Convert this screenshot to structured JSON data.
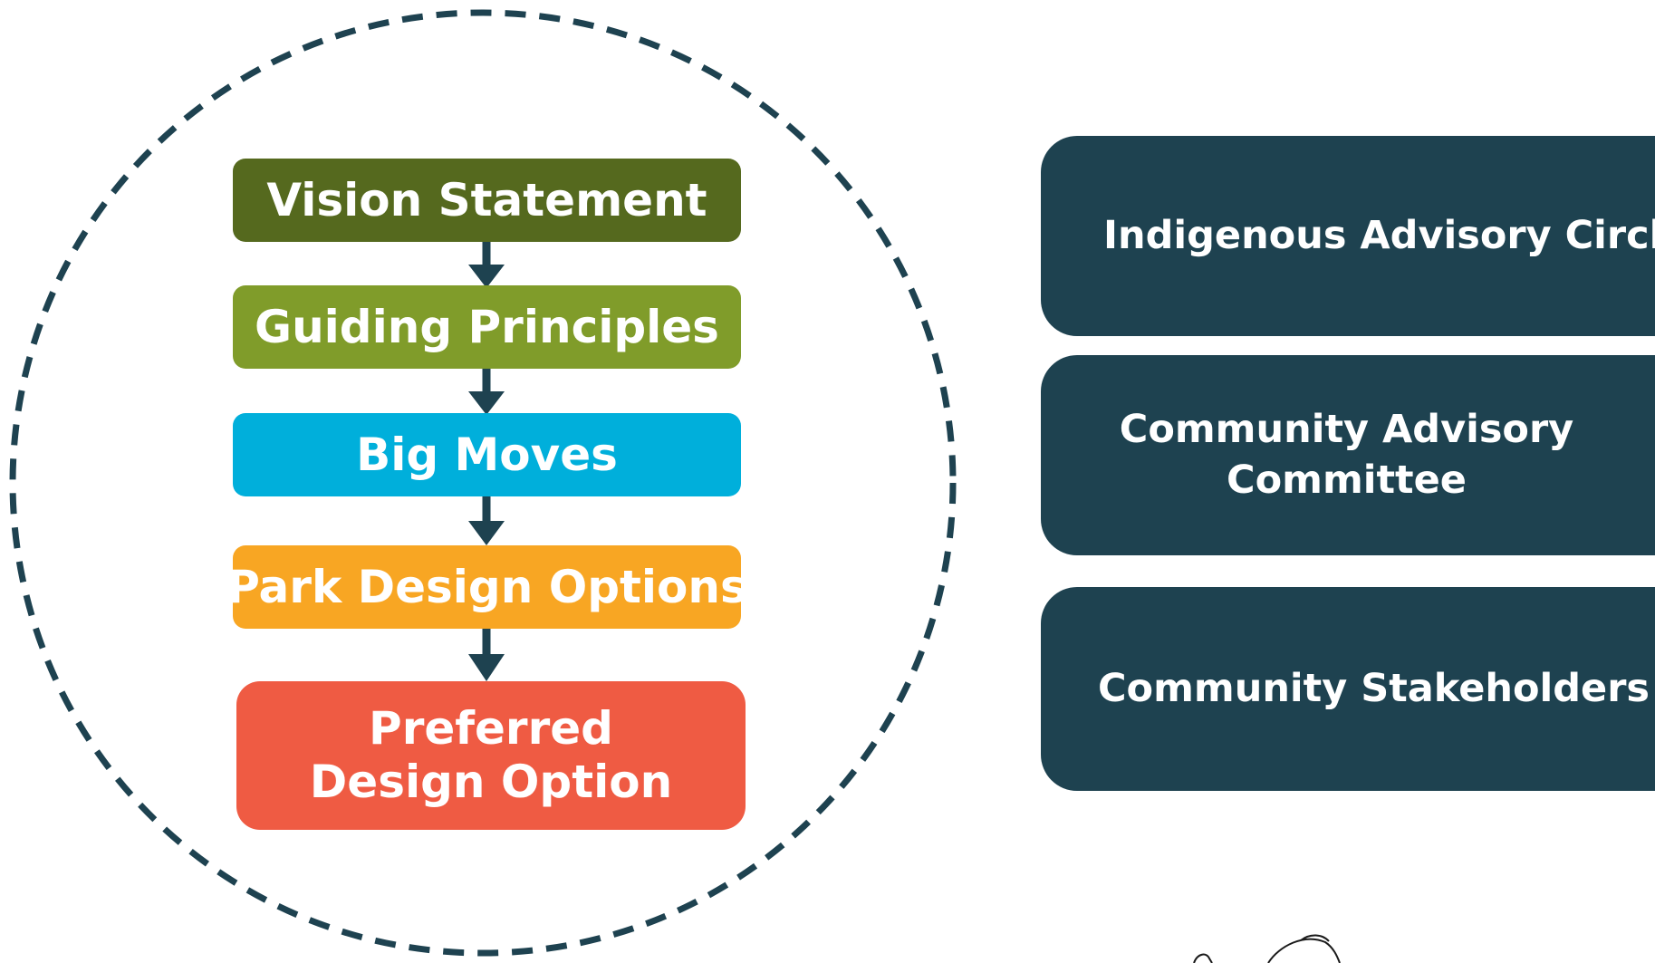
{
  "process_steps": [
    {
      "label": "Vision Statement",
      "color": "#55691e"
    },
    {
      "label": "Guiding Principles",
      "color": "#809c2a"
    },
    {
      "label": "Big Moves",
      "color": "#00afdb"
    },
    {
      "label": "Park Design Options",
      "color": "#f8a623"
    },
    {
      "label": "Preferred Design Option",
      "color": "#ef5b43"
    }
  ],
  "advisory_groups": [
    {
      "label": "Indigenous Advisory Circle"
    },
    {
      "label": "Community Advisory Committee"
    },
    {
      "label": "Community Stakeholders"
    }
  ],
  "colors": {
    "arrow": "#1e4250",
    "dashed_circle": "#1e4250",
    "advisory_fill": "#1e4250",
    "text": "#ffffff"
  }
}
